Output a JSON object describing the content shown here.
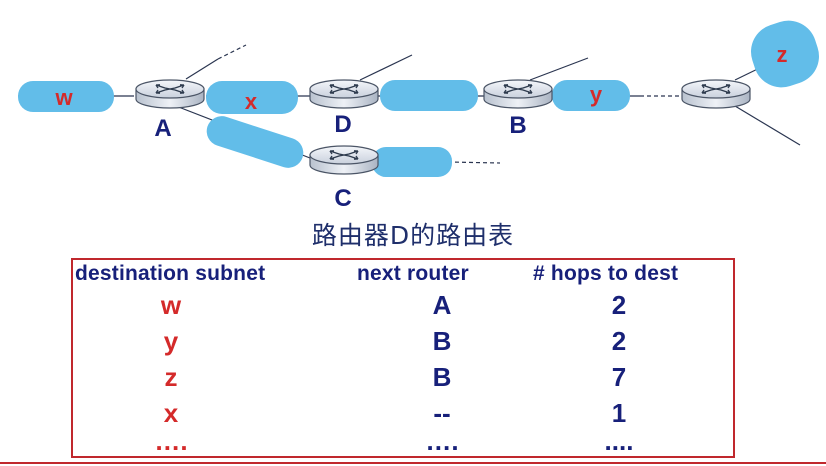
{
  "colors": {
    "subnet_fill": "#62bde9",
    "router_body": "#dfe5ee",
    "accent_red": "#d42a2a",
    "text_blue": "#17207a",
    "border_red": "#c0282d"
  },
  "diagram": {
    "subnets": [
      "w",
      "x",
      "y",
      "z"
    ],
    "routers": [
      "A",
      "D",
      "B",
      "C"
    ]
  },
  "table_title": "路由器D的路由表",
  "table": {
    "headers": {
      "destination": "destination subnet",
      "next": "next  router",
      "hops": "# hops to dest"
    },
    "rows": [
      {
        "dest": "w",
        "next": "A",
        "hops": "2"
      },
      {
        "dest": "y",
        "next": "B",
        "hops": "2"
      },
      {
        "dest": "z",
        "next": "B",
        "hops": "7"
      },
      {
        "dest": "x",
        "next": "--",
        "hops": "1"
      },
      {
        "dest": "….",
        "next": "….",
        "hops": "...."
      }
    ]
  }
}
